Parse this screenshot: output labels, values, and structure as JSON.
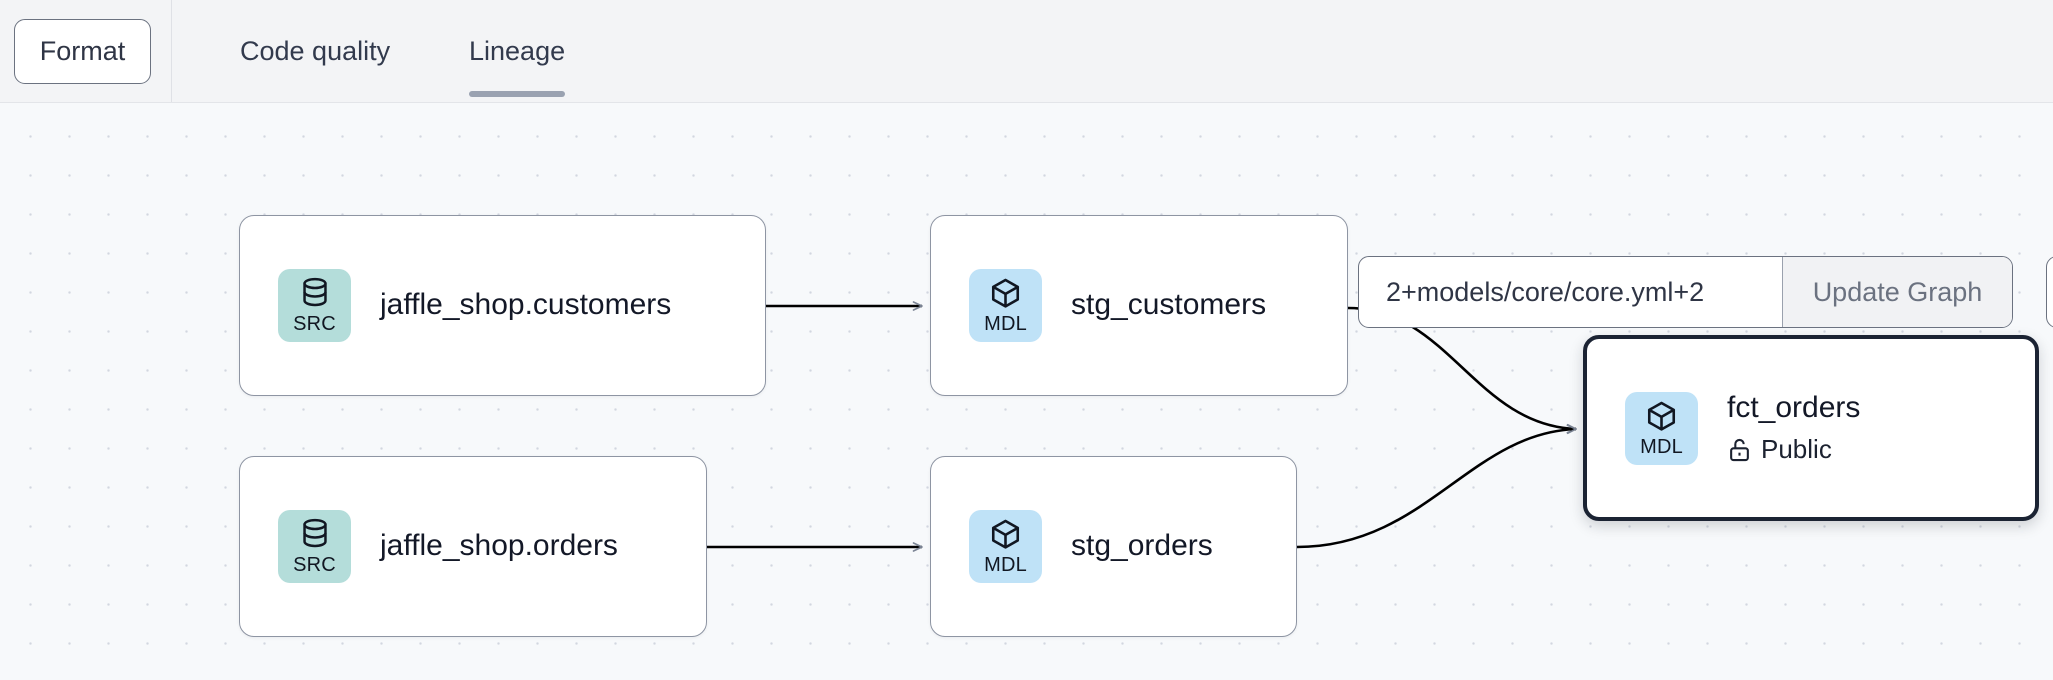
{
  "header": {
    "format_button": "Format",
    "tabs": [
      {
        "label": "Code quality",
        "active": false
      },
      {
        "label": "Lineage",
        "active": true
      }
    ]
  },
  "toolbar": {
    "selector_value": "2+models/core/core.yml+2",
    "selector_placeholder": "2+models/core/core.yml+2",
    "update_button": "Update Graph"
  },
  "lineage": {
    "nodes": [
      {
        "id": "jaffle_shop_customers",
        "badge": "SRC",
        "badge_kind": "src",
        "icon": "database-icon",
        "title": "jaffle_shop.customers",
        "subtitle": null,
        "selected": false
      },
      {
        "id": "stg_customers",
        "badge": "MDL",
        "badge_kind": "mdl",
        "icon": "cube-icon",
        "title": "stg_customers",
        "subtitle": null,
        "selected": false
      },
      {
        "id": "jaffle_shop_orders",
        "badge": "SRC",
        "badge_kind": "src",
        "icon": "database-icon",
        "title": "jaffle_shop.orders",
        "subtitle": null,
        "selected": false
      },
      {
        "id": "stg_orders",
        "badge": "MDL",
        "badge_kind": "mdl",
        "icon": "cube-icon",
        "title": "stg_orders",
        "subtitle": null,
        "selected": false
      },
      {
        "id": "fct_orders",
        "badge": "MDL",
        "badge_kind": "mdl",
        "icon": "cube-icon",
        "title": "fct_orders",
        "subtitle": "Public",
        "subtitle_icon": "unlock-icon",
        "selected": true
      }
    ],
    "edges": [
      {
        "from": "jaffle_shop_customers",
        "to": "stg_customers"
      },
      {
        "from": "jaffle_shop_orders",
        "to": "stg_orders"
      },
      {
        "from": "stg_customers",
        "to": "fct_orders"
      },
      {
        "from": "stg_orders",
        "to": "fct_orders"
      }
    ]
  },
  "colors": {
    "src_badge": "#b4ddda",
    "mdl_badge": "#bfe2f7",
    "canvas": "#f7f9fb",
    "header": "#f3f4f6",
    "node_border": "#8e95a3",
    "selected_border": "#1b2333",
    "edge": "#000000",
    "tab_underline": "#9aa2b1"
  }
}
